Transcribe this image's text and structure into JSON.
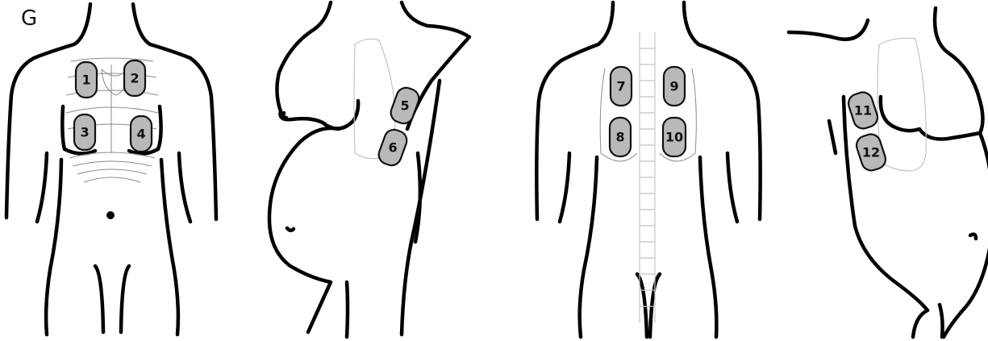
{
  "figure": {
    "panel_label": "G"
  },
  "electrodes": [
    {
      "id": 1,
      "label": "1"
    },
    {
      "id": 2,
      "label": "2"
    },
    {
      "id": 3,
      "label": "3"
    },
    {
      "id": 4,
      "label": "4"
    },
    {
      "id": 5,
      "label": "5"
    },
    {
      "id": 6,
      "label": "6"
    },
    {
      "id": 7,
      "label": "7"
    },
    {
      "id": 8,
      "label": "8"
    },
    {
      "id": 9,
      "label": "9"
    },
    {
      "id": 10,
      "label": "10"
    },
    {
      "id": 11,
      "label": "11"
    },
    {
      "id": 12,
      "label": "12"
    }
  ],
  "colors": {
    "pad_fill": "#b9b9b9",
    "outline": "#000000",
    "background": "#ffffff"
  }
}
